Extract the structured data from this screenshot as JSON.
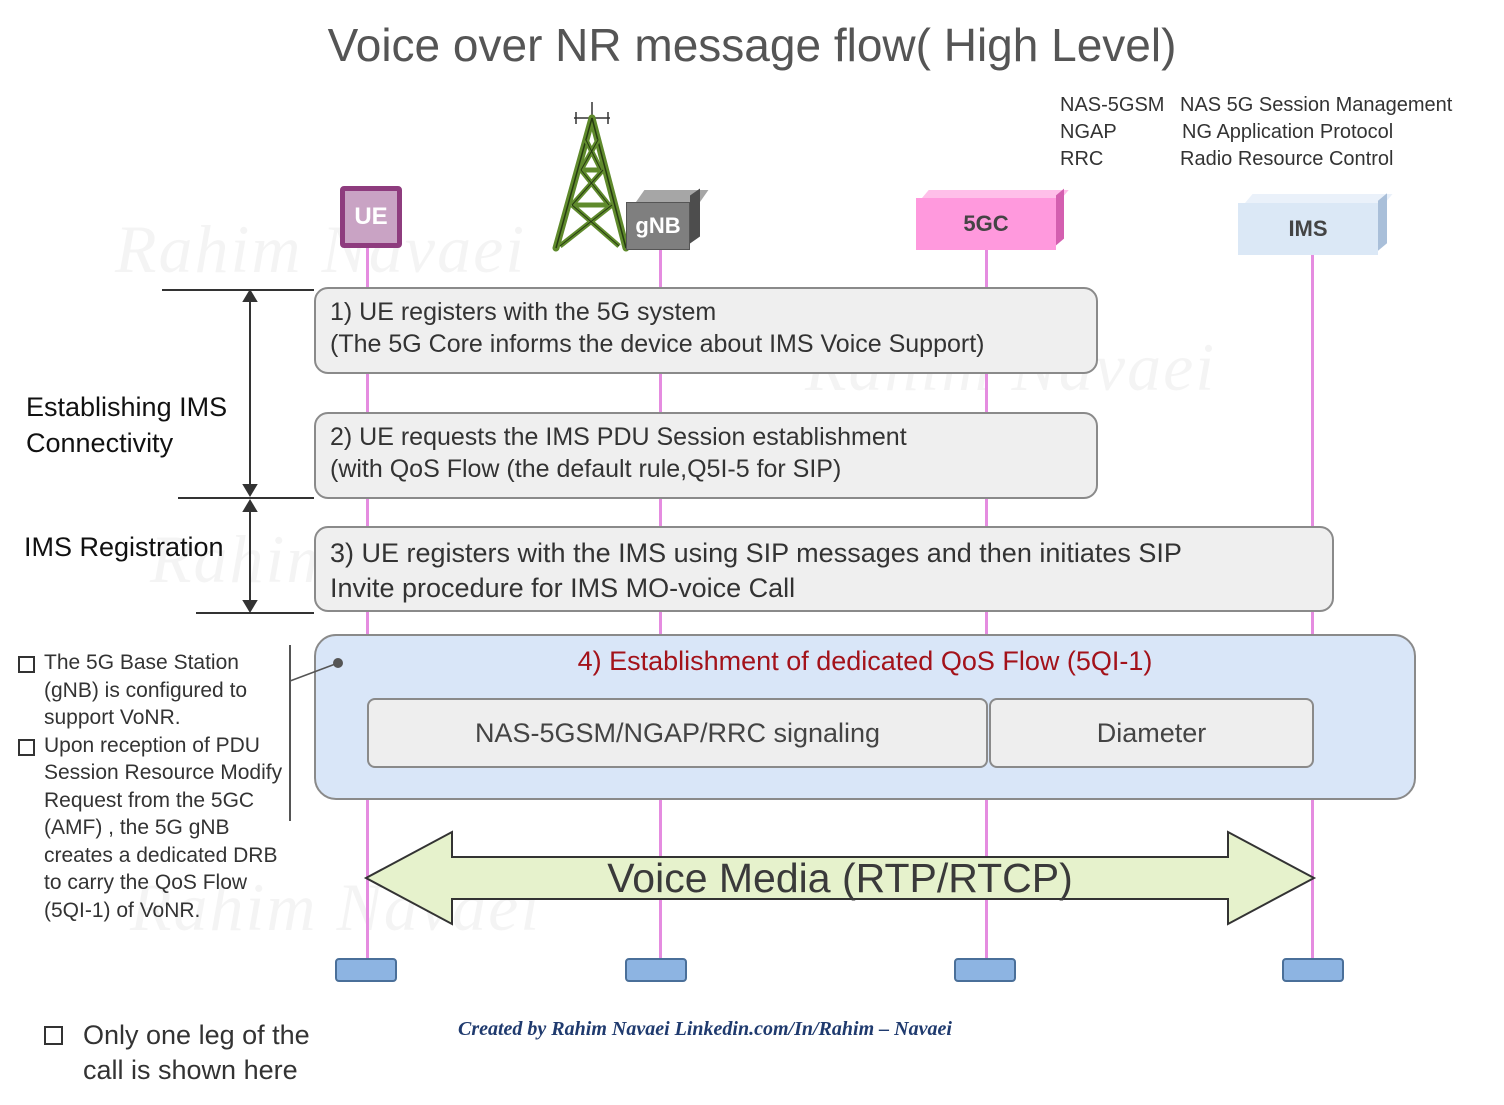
{
  "title": "Voice over NR message flow( High Level)",
  "abbreviations": [
    {
      "abbr": "NAS-5GSM",
      "meaning": "NAS 5G Session Management"
    },
    {
      "abbr": "NGAP",
      "meaning": "NG Application Protocol"
    },
    {
      "abbr": "RRC",
      "meaning": "Radio Resource Control"
    }
  ],
  "watermark": "Rahim Navaei",
  "nodes": [
    {
      "id": "ue",
      "label": "UE",
      "color": "#c9a3c4",
      "border": "#8e3c7e"
    },
    {
      "id": "gnb",
      "label": "gNB",
      "color": "#7f7f7f"
    },
    {
      "id": "5gc",
      "label": "5GC",
      "color": "#ff99dd"
    },
    {
      "id": "ims",
      "label": "IMS",
      "color": "#dbe8f6"
    }
  ],
  "phases": [
    {
      "label_lines": [
        "Establishing IMS",
        "Connectivity"
      ]
    },
    {
      "label_lines": [
        "IMS Registration"
      ]
    }
  ],
  "steps": [
    {
      "lines": [
        "1) UE registers with the 5G system",
        "(The 5G Core informs the device about IMS Voice Support)"
      ]
    },
    {
      "lines": [
        "2) UE requests the IMS PDU Session establishment",
        "(with QoS Flow (the default rule,Q5I-5 for SIP)"
      ]
    },
    {
      "lines": [
        "3) UE registers with the IMS using SIP messages and then initiates SIP",
        "Invite procedure for IMS MO-voice Call"
      ]
    }
  ],
  "step4": {
    "title": "4) Establishment of dedicated QoS Flow (5QI-1)",
    "title_color": "#a3121a",
    "box_color": "#d9e6f8",
    "sub_boxes": [
      "NAS-5GSM/NGAP/RRC signaling",
      "Diameter"
    ]
  },
  "media": {
    "label": "Voice Media (RTP/RTCP)",
    "fill": "#e6f2cc"
  },
  "notes": [
    "The 5G Base Station (gNB) is configured to support VoNR.",
    "Upon reception of PDU Session Resource Modify Request from the 5GC (AMF) , the 5G gNB creates a dedicated DRB to carry the QoS Flow (5QI-1) of VoNR."
  ],
  "footnote_lines": [
    "Only one leg of the",
    "call is shown here"
  ],
  "credit": "Created by Rahim Navaei   Linkedin.com/In/Rahim – Navaei",
  "colors": {
    "lifeline": "#e58ce0",
    "end_box": "#8db4e2",
    "tower": "#5f8a2c"
  }
}
